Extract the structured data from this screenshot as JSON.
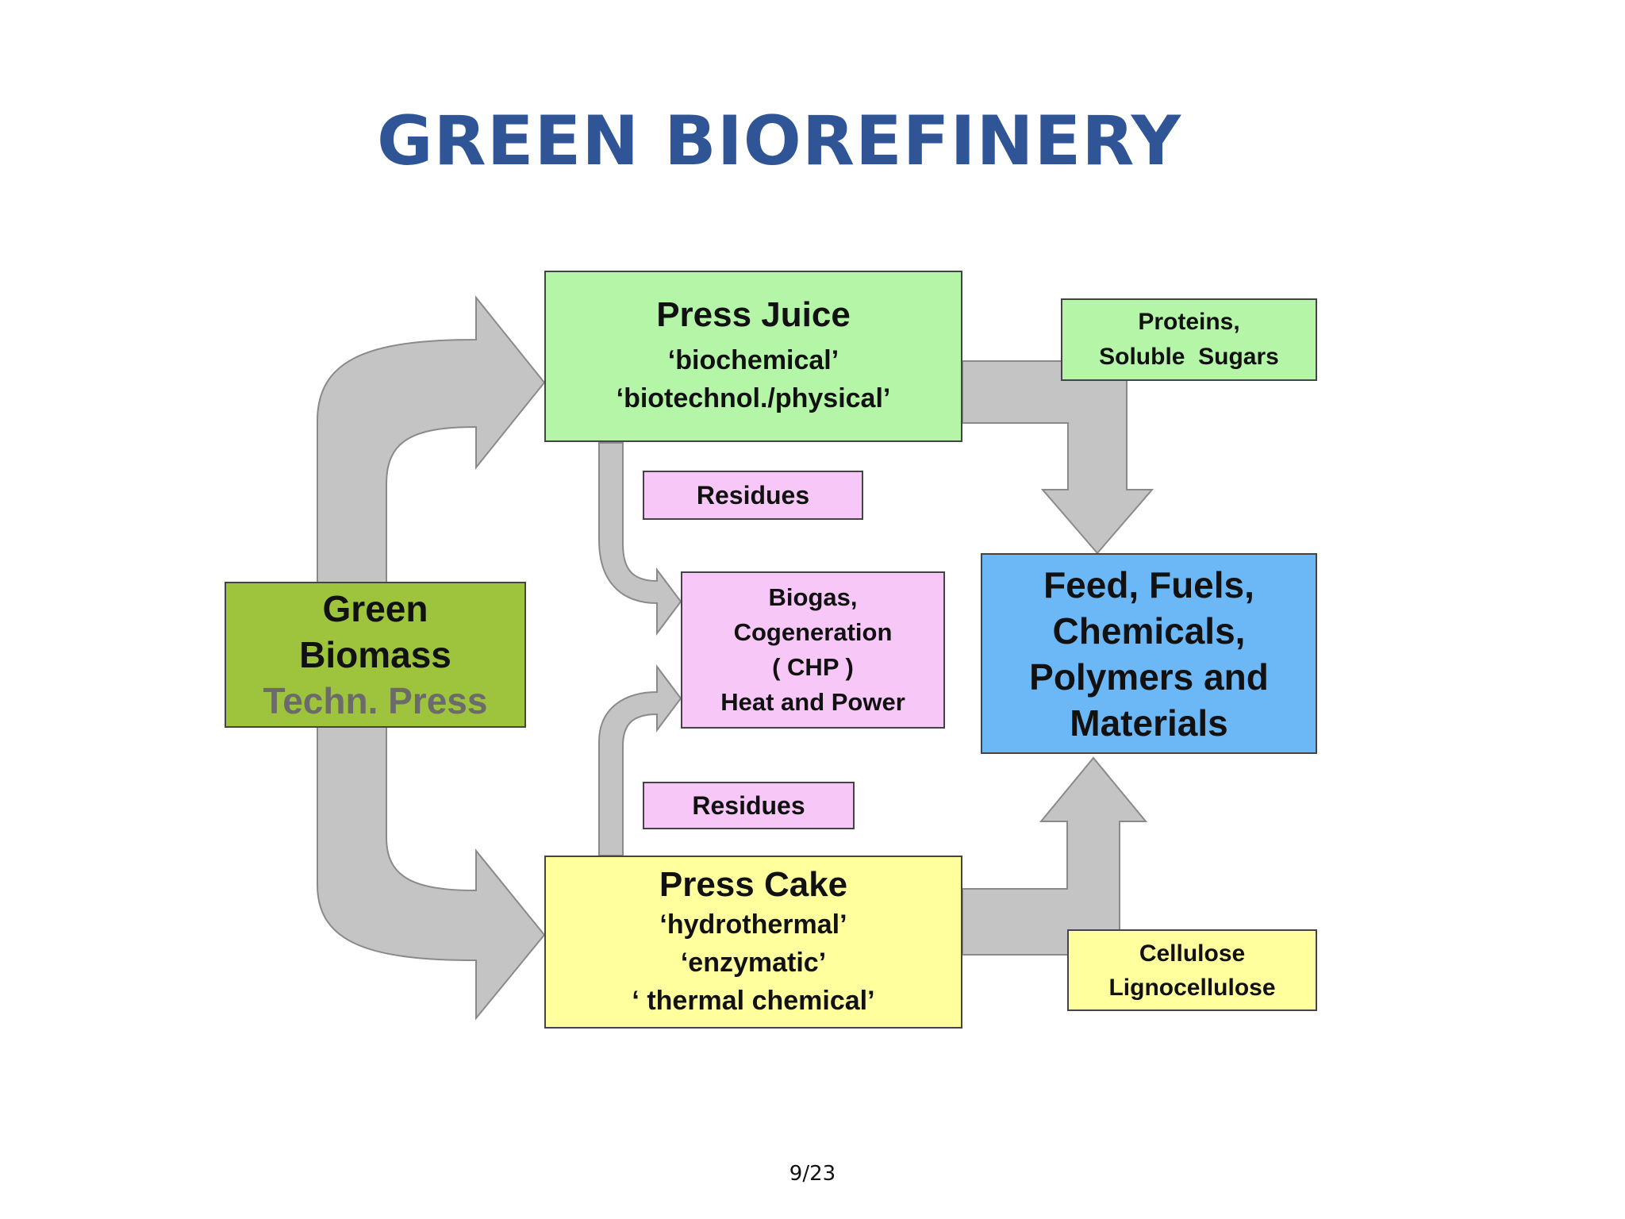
{
  "title": "GREEN BIOREFINERY",
  "boxes": {
    "press_juice": {
      "title": "Press Juice",
      "line1": "‘biochemical’",
      "line2": "‘biotechnol./physical’"
    },
    "proteins": {
      "line1": "Proteins,",
      "line2": "Soluble  Sugars"
    },
    "residues_top": "Residues",
    "biogas": {
      "line1": "Biogas,",
      "line2": "Cogeneration",
      "line3": "( CHP )",
      "line4": "Heat and Power"
    },
    "green_biomass": {
      "line1": "Green",
      "line2": "Biomass",
      "line3": "Techn. Press"
    },
    "feed": {
      "line1": "Feed, Fuels,",
      "line2": "Chemicals,",
      "line3": "Polymers and",
      "line4": "Materials"
    },
    "residues_bottom": "Residues",
    "press_cake": {
      "title": "Press Cake",
      "line1": "‘hydrothermal’",
      "line2": "‘enzymatic’",
      "line3": "‘ thermal chemical’"
    },
    "cellulose": {
      "line1": "Cellulose",
      "line2": "Lignocellulose"
    }
  },
  "colors": {
    "title": "#2f5597",
    "arrow_fill": "#c4c4c4",
    "press_juice": "#b5f5a8",
    "green_biomass": "#9dc43c",
    "residues": "#f7c8f7",
    "feed": "#6cb8f7",
    "press_cake": "#ffff9e",
    "techn_press_text": "#6b6b6b"
  },
  "page_number": "9/23"
}
